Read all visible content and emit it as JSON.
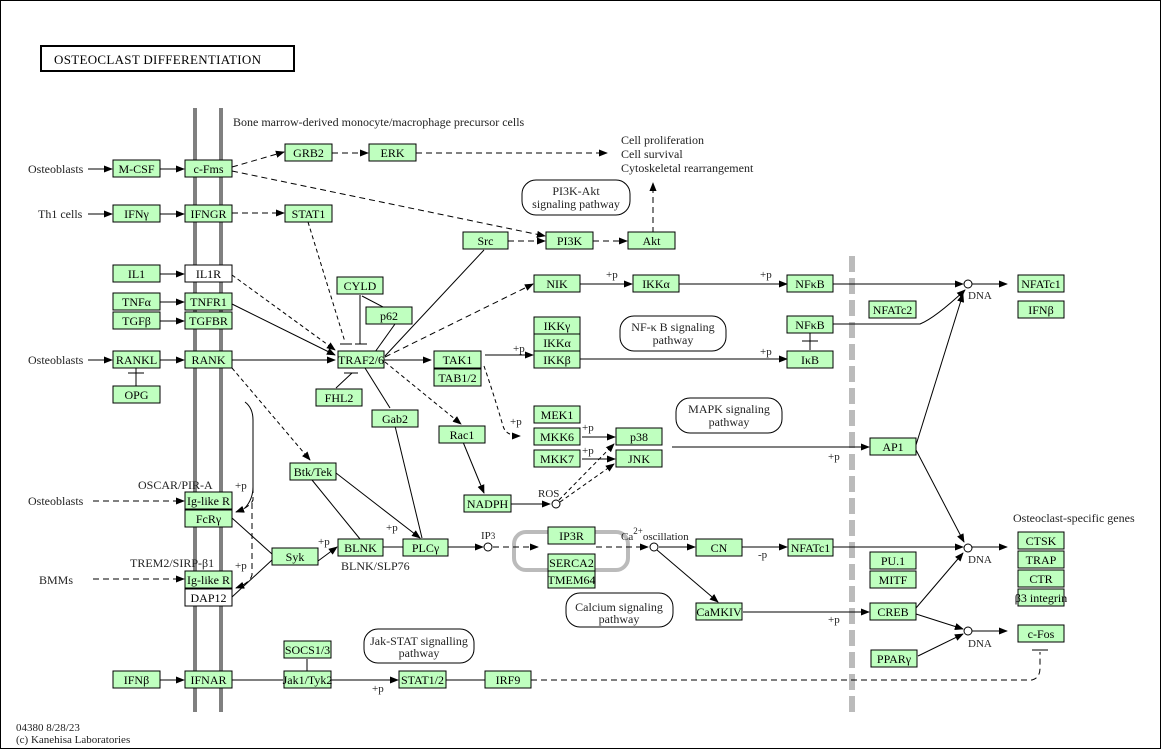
{
  "title": "OSTEOCLAST DIFFERENTIATION",
  "cell_label": "Bone marrow-derived monocyte/macrophage precursor cells",
  "outcome_labels": [
    "Cell proliferation",
    "Cell survival",
    "Cytoskeletal rearrangement"
  ],
  "osteoclast_genes_label": "Osteoclast-specific genes",
  "footer": {
    "id_date": "04380 8/28/23",
    "copyright": "(c) Kanehisa Laboratories"
  },
  "sources": {
    "osteoblasts": "Osteoblasts",
    "th1": "Th1 cells",
    "bmms": "BMMs"
  },
  "receptor_labels": {
    "oscar": "OSCAR/PIR-A",
    "trem2": "TREM2/SIRP-β1",
    "blnk": "BLNK/SLP76"
  },
  "small_labels": {
    "p": "+p",
    "minus_p": "-p",
    "ros": "ROS",
    "ip3": "IP",
    "ip3_sub": "3",
    "ca": "Ca",
    "ca_sup": "2+",
    "oscillation": "oscillation",
    "dna": "DNA"
  },
  "pathway_maps": {
    "pi3k": [
      "PI3K-Akt",
      "signaling pathway"
    ],
    "nfkb": [
      "NF-κ B signaling",
      "pathway"
    ],
    "mapk": [
      "MAPK signaling",
      "pathway"
    ],
    "calcium": [
      "Calcium signaling",
      "pathway"
    ],
    "jakstat": [
      "Jak-STAT signalling",
      "pathway"
    ]
  },
  "genes": {
    "mcsf": "M-CSF",
    "cfms": "c-Fms",
    "grb2": "GRB2",
    "erk": "ERK",
    "ifng": "IFNγ",
    "ifngr": "IFNGR",
    "stat1": "STAT1",
    "src": "Src",
    "pi3k": "PI3K",
    "akt": "Akt",
    "il1": "IL1",
    "il1r": "IL1R",
    "tnfa": "TNFα",
    "tnfr1": "TNFR1",
    "tgfb": "TGFβ",
    "tgfbr": "TGFBR",
    "rankl": "RANKL",
    "rank": "RANK",
    "opg": "OPG",
    "cyld": "CYLD",
    "p62": "p62",
    "traf": "TRAF2/6",
    "fhl2": "FHL2",
    "tak1": "TAK1",
    "tab12": "TAB1/2",
    "nik": "NIK",
    "ikka1": "IKKα",
    "nfkb1": "NFκB",
    "ikky": "IKKγ",
    "ikka2": "IKKα",
    "ikkb": "IKKβ",
    "nfkb2": "NFκB",
    "ikb": "IκB",
    "nfatc1_top": "NFATc1",
    "ifnb_top": "IFNβ",
    "nfatc2": "NFATc2",
    "gab2": "Gab2",
    "rac1": "Rac1",
    "mek1": "MEK1",
    "mkk6": "MKK6",
    "mkk7": "MKK7",
    "p38": "p38",
    "jnk": "JNK",
    "nadph": "NADPH",
    "ap1": "AP1",
    "btk": "Btk/Tek",
    "iglike1": "Ig-like R",
    "fcry": "FcRγ",
    "iglike2": "Ig-like R",
    "dap12": "DAP12",
    "syk": "Syk",
    "blnk": "BLNK",
    "plcy": "PLCγ",
    "ip3r": "IP3R",
    "serca2": "SERCA2",
    "tmem64": "TMEM64",
    "cn": "CN",
    "nfatc1": "NFATc1",
    "camkiv": "CaMKIV",
    "creb": "CREB",
    "pu1": "PU.1",
    "mitf": "MITF",
    "ppary": "PPARγ",
    "ctsk": "CTSK",
    "trap": "TRAP",
    "ctr": "CTR",
    "b3int": "β3 integrin",
    "cfos": "c-Fos",
    "ifnb": "IFNβ",
    "ifnar": "IFNAR",
    "socs": "SOCS1/3",
    "jak": "Jak1/Tyk2",
    "stat12": "STAT1/2",
    "irf9": "IRF9"
  },
  "colors": {
    "gene_fill": "#bfffbf",
    "membrane": "#808080",
    "nuclear_membrane": "#bbbbbb"
  }
}
